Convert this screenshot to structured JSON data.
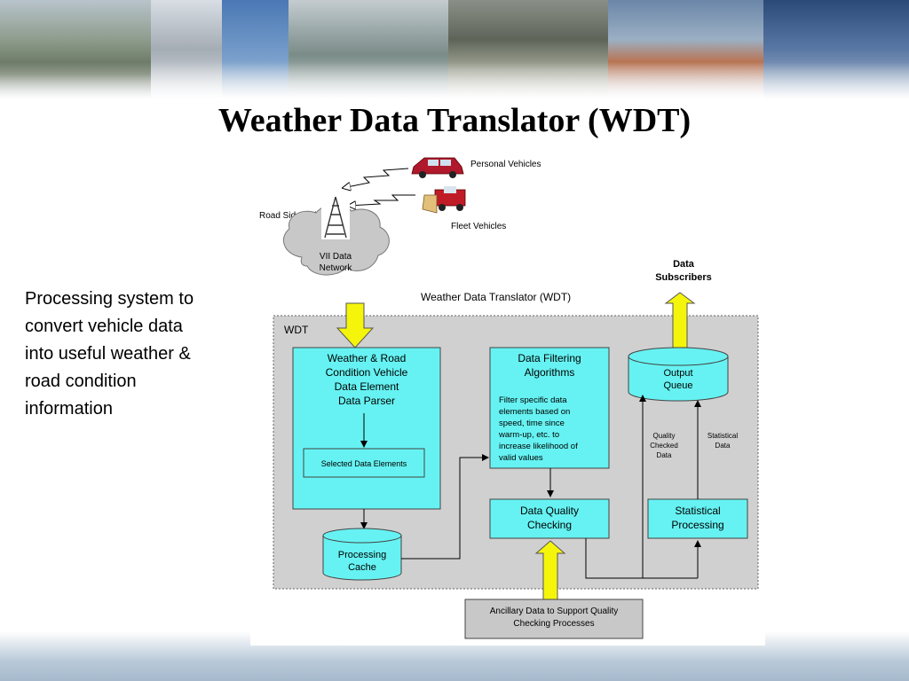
{
  "slide": {
    "title": "Weather Data Translator (WDT)",
    "description_lines": [
      "Processing system to",
      "convert vehicle data",
      "into useful weather &",
      "road condition",
      "information"
    ]
  },
  "diagram": {
    "sources": {
      "personal_vehicles": "Personal Vehicles",
      "fleet_vehicles": "Fleet Vehicles",
      "road_side_unit": "Road Side Unit",
      "network": [
        "VII Data",
        "Network"
      ]
    },
    "panel_caption": "Weather Data Translator (WDT)",
    "panel_tag": "WDT",
    "data_subscribers": [
      "Data",
      "Subscribers"
    ],
    "parser": [
      "Weather & Road",
      "Condition Vehicle",
      "Data Element",
      "Data Parser"
    ],
    "selected_elements": "Selected Data Elements",
    "processing_cache": [
      "Processing",
      "Cache"
    ],
    "filtering": {
      "title": [
        "Data Filtering",
        "Algorithms"
      ],
      "body": [
        "Filter specific data",
        "elements based on",
        "speed, time since",
        "warm-up, etc. to",
        "increase likelihood of",
        "valid values"
      ]
    },
    "quality_checking": [
      "Data Quality",
      "Checking"
    ],
    "output_queue": [
      "Output",
      "Queue"
    ],
    "statistical_processing": [
      "Statistical",
      "Processing"
    ],
    "quality_checked_label": [
      "Quality",
      "Checked",
      "Data"
    ],
    "statistical_data_label": [
      "Statistical",
      "Data"
    ],
    "ancillary": [
      "Ancillary Data to Support Quality",
      "Checking Processes"
    ]
  },
  "colors": {
    "cyan": "#66f2f2",
    "yellow": "#f5f50c",
    "panel_gray": "#d0d0d0",
    "ancillary_gray": "#c8c8c8",
    "cloud_gray": "#c8c8c8"
  },
  "icons": {
    "banner": "road-weather-photo-strip",
    "tower": "radio-tower-icon",
    "personal_vehicle": "minivan-icon",
    "fleet_vehicle": "snowplow-icon"
  }
}
